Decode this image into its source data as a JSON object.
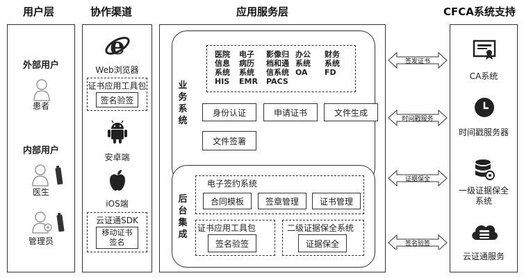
{
  "headers": {
    "user": "用户层",
    "channel": "协作渠道",
    "app": "应用服务层",
    "cfca": "CFCA系统支持"
  },
  "user_layer": {
    "external_title": "外部用户",
    "patient": "患者",
    "internal_title": "内部用户",
    "doctor": "医生",
    "admin": "管理员"
  },
  "channel_layer": {
    "web": "Web浏览器",
    "toolkit_title": "证书应用工具包",
    "toolkit_item": "签名验签",
    "android": "安卓端",
    "ios": "iOS端",
    "sdk_title": "云证通SDK",
    "sdk_item": "移动证书\n签名"
  },
  "app_layer": {
    "business_title": "业\n务\n系\n统",
    "systems": [
      {
        "text": "医院\n信息\n系统\nHIS"
      },
      {
        "text": "电子\n病历\n系统\nEMR"
      },
      {
        "text": "影像归\n档和通\n信系统\nPACS"
      },
      {
        "text": "办公\n系统\nOA"
      },
      {
        "text": "财务\n系统\nFD"
      }
    ],
    "business_buttons": [
      "身份认证",
      "申请证书",
      "文件生成",
      "文件签署"
    ],
    "backend_title": "后\n台\n集\n成",
    "esign_title": "电子签约系统",
    "esign_buttons": [
      "合同模板",
      "签章管理",
      "证书管理"
    ],
    "toolkit_title": "证书应用工具包",
    "toolkit_button": "签名验签",
    "evidence_title": "二级证据保全系统",
    "evidence_button": "证据保全"
  },
  "arrows": [
    "签发证书",
    "时间戳服务",
    "证据保全",
    "签名验签"
  ],
  "cfca_layer": {
    "ca": "CA系统",
    "tsa": "时间戳服务器",
    "evidence": "一级证据保全\n系统",
    "cloud": "云证通服务"
  }
}
